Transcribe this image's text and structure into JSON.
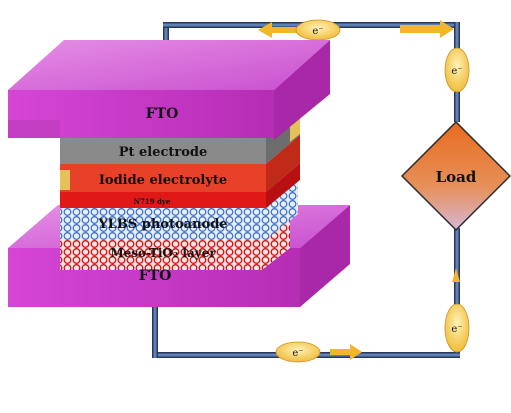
{
  "layers": {
    "fto_top": "FTO",
    "pt_electrode": "Pt electrode",
    "iodide_electrolyte": "Iodide electrolyte",
    "dye": "N719 dye",
    "photoanode": "YLBS photoanode",
    "meso_tio2": "Meso-TiO₂ layer",
    "fto_bottom": "FTO"
  },
  "load": "Load",
  "electron": "e⁻",
  "colors": {
    "fto": "#cc33cc",
    "pt": "#8a8a8a",
    "electrolyte": "#e8412a",
    "dye": "#e01818",
    "photoanode_circles": "#3f74c8",
    "tio2_circles": "#d01010",
    "wire_dark": "#1f2a4a",
    "wire_light": "#5d86c2",
    "load_fill_top": "#e2742e",
    "load_fill_bottom": "#d9b4d2",
    "electron_badge": "#f2c23e",
    "arrow": "#f3b52a"
  }
}
